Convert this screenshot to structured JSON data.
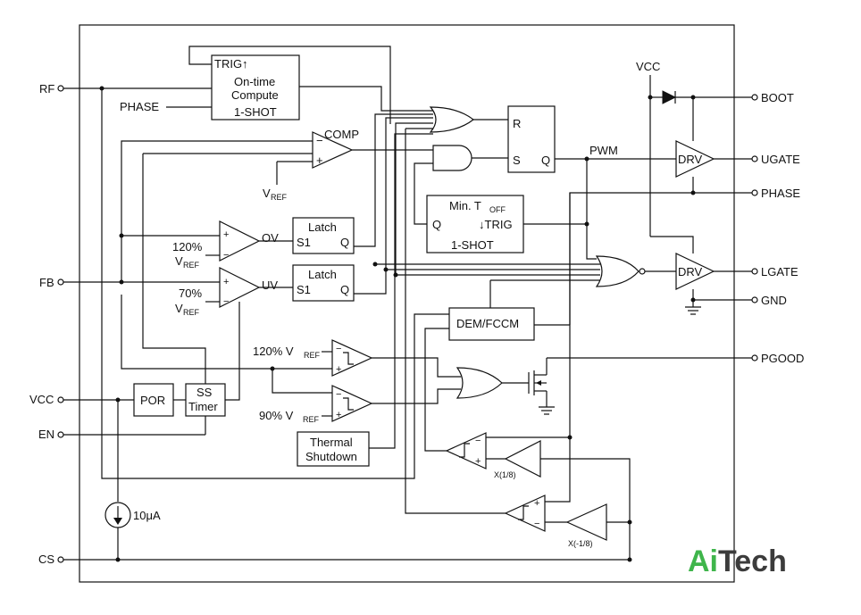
{
  "pins_left": {
    "rf": "RF",
    "phase_in": "PHASE",
    "fb": "FB",
    "vcc": "VCC",
    "en": "EN",
    "cs": "CS"
  },
  "pins_right": {
    "boot": "BOOT",
    "ugate": "UGATE",
    "phase": "PHASE",
    "lgate": "LGATE",
    "gnd": "GND",
    "pgood": "PGOOD"
  },
  "vcc_top": "VCC",
  "ontime": {
    "trig": "TRIG↑",
    "line1": "On-time",
    "line2": "Compute",
    "shot": "1-SHOT"
  },
  "comp": {
    "label": "COMP",
    "minus": "−",
    "plus": "+",
    "vref_v": "V",
    "vref_sub": "REF"
  },
  "rs_latch": {
    "r": "R",
    "s": "S",
    "q": "Q"
  },
  "pwm": "PWM",
  "drv": "DRV",
  "min_toff": {
    "label": "Min. T",
    "sub": "OFF",
    "q": "Q",
    "trig": "↓TRIG",
    "shot": "1-SHOT"
  },
  "ov": {
    "pct": "120%",
    "v": "V",
    "sub": "REF",
    "name": "OV",
    "latch": "Latch",
    "s1": "S1",
    "q": "Q"
  },
  "uv": {
    "pct": "70%",
    "v": "V",
    "sub": "REF",
    "name": "UV",
    "latch": "Latch",
    "s1": "S1",
    "q": "Q"
  },
  "dem": "DEM/FCCM",
  "pg_high": {
    "pct": "120% V",
    "sub": "REF"
  },
  "pg_low": {
    "pct": "90% V",
    "sub": "REF"
  },
  "por": "POR",
  "ss": {
    "line1": "SS",
    "line2": "Timer"
  },
  "thermal": {
    "line1": "Thermal",
    "line2": "Shutdown"
  },
  "current_src": "10μA",
  "gain_pos": "X(1/8)",
  "gain_neg": "X(-1/8)",
  "logo": {
    "part1": "Ai",
    "part2": "Tech"
  }
}
